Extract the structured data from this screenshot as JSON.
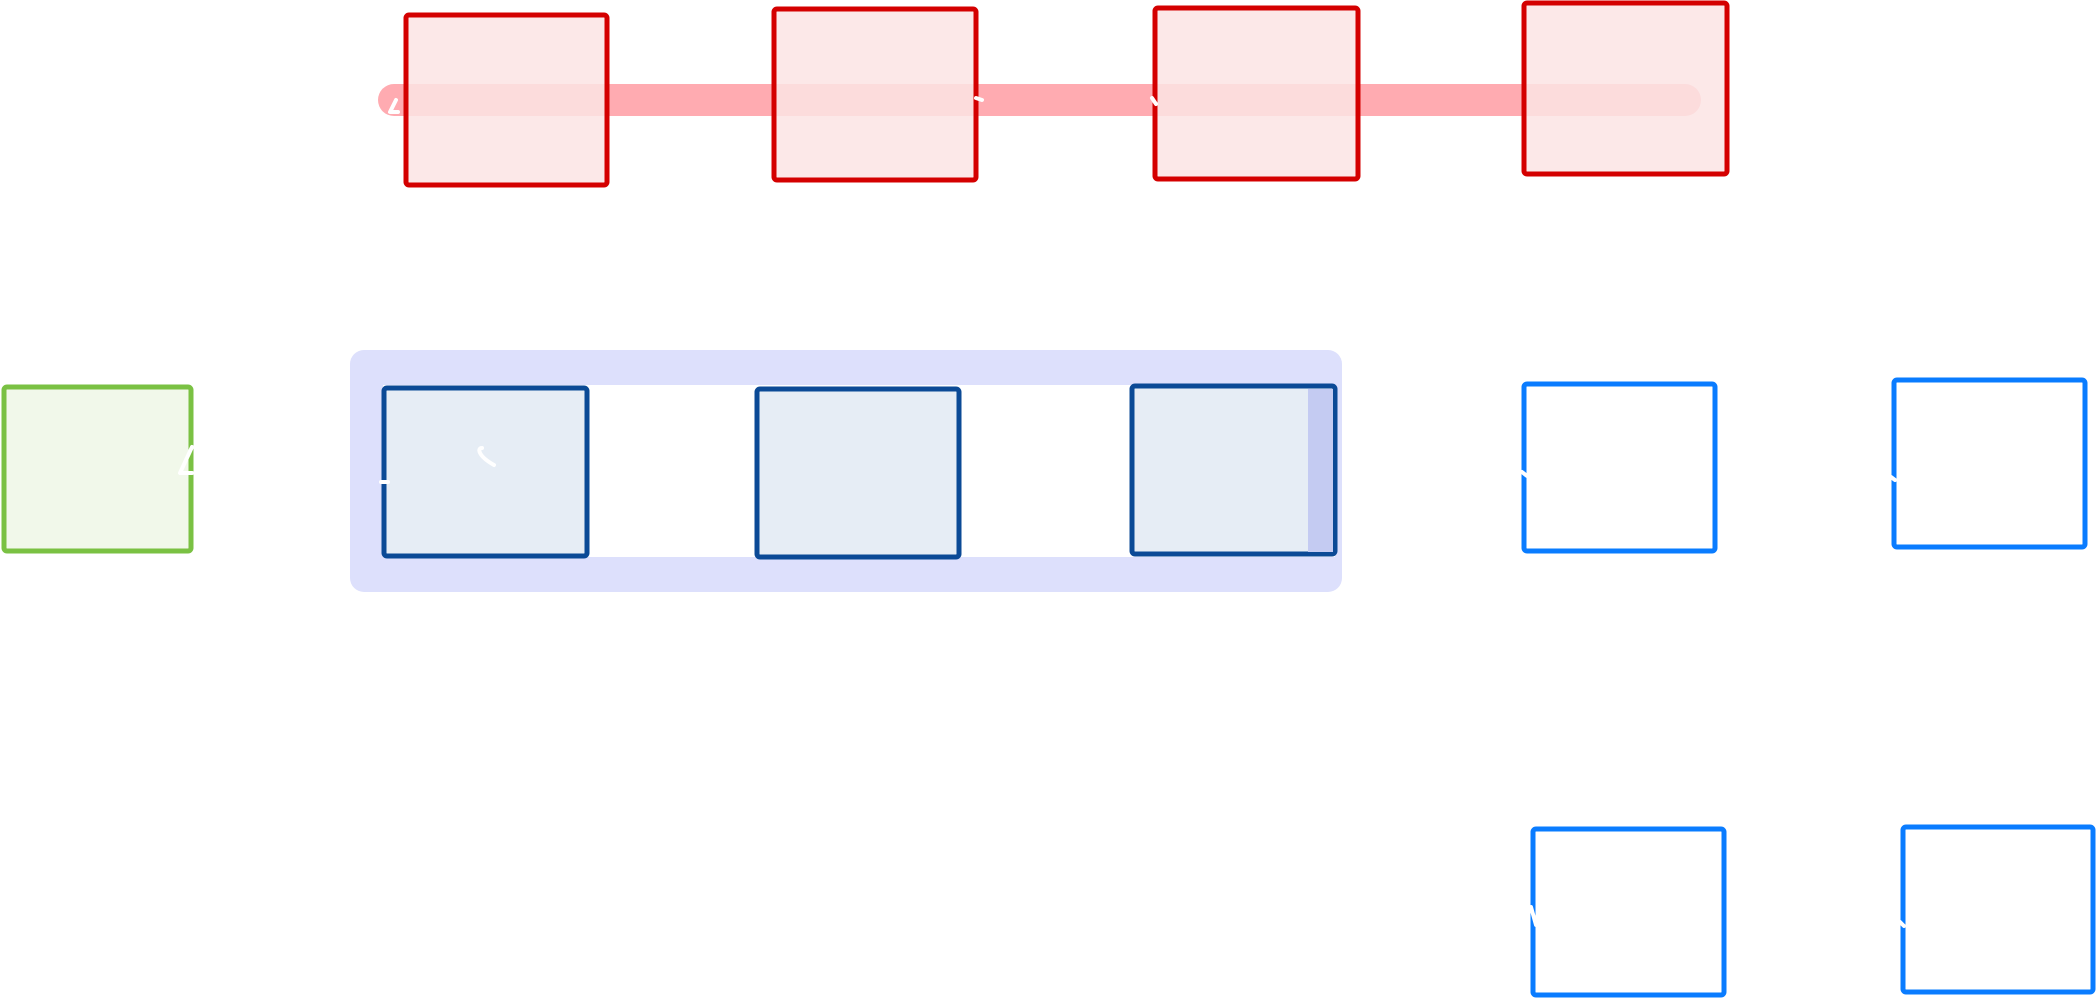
{
  "diagram": {
    "background": "#ffffff",
    "palette": {
      "red_stroke": "#d40000",
      "red_fill": "#fbe4e4",
      "red_connector": "#ff8f97",
      "navy_stroke": "#0b4a96",
      "navy_fill": "#e6edf5",
      "group_fill": "#dde0fc",
      "group_edge_fill": "#c4cbf2",
      "blue_stroke": "#0a7cff",
      "green_stroke": "#7ac143",
      "green_fill": "#f1f8ea",
      "mark_stroke": "#ffffff"
    },
    "groups": [
      {
        "id": "top-row",
        "shape": "pill-bar",
        "color": "red_connector",
        "node_count": 4
      },
      {
        "id": "middle-row",
        "shape": "rounded-panel",
        "color": "group_fill",
        "node_count": 3
      }
    ],
    "nodes": [
      {
        "id": "red-box-1",
        "group": "top-row",
        "style": "red"
      },
      {
        "id": "red-box-2",
        "group": "top-row",
        "style": "red"
      },
      {
        "id": "red-box-3",
        "group": "top-row",
        "style": "red"
      },
      {
        "id": "red-box-4",
        "group": "top-row",
        "style": "red"
      },
      {
        "id": "green-box",
        "group": "",
        "style": "green"
      },
      {
        "id": "navy-box-1",
        "group": "middle-row",
        "style": "navy"
      },
      {
        "id": "navy-box-2",
        "group": "middle-row",
        "style": "navy"
      },
      {
        "id": "navy-box-3",
        "group": "middle-row",
        "style": "navy"
      },
      {
        "id": "blue-box-1",
        "group": "",
        "style": "blue"
      },
      {
        "id": "blue-box-2",
        "group": "",
        "style": "blue"
      },
      {
        "id": "blue-box-3",
        "group": "",
        "style": "blue"
      },
      {
        "id": "blue-box-4",
        "group": "",
        "style": "blue"
      }
    ]
  }
}
